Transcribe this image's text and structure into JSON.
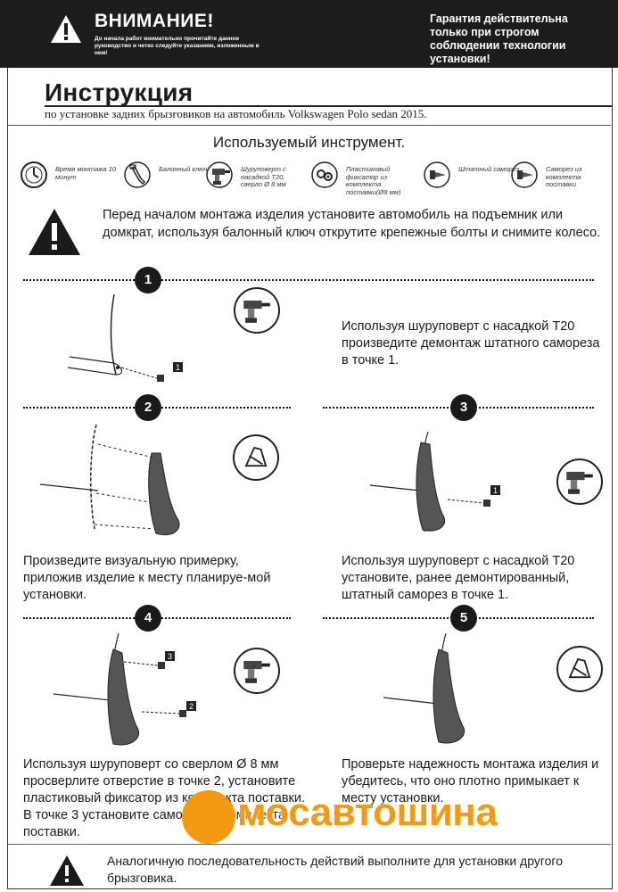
{
  "header": {
    "title": "ВНИМАНИЕ!",
    "subtitle": "До начала работ внимательно прочитайте данное руководство и четко следуйте указаниям, изложенным в нем!",
    "right_note": "Гарантия действительна только при строгом соблюдении технологии установки!"
  },
  "document": {
    "title": "Инструкция",
    "subtitle": "по установке задних брызговиков на автомобиль Volkswagen Polo sedan 2015."
  },
  "tools": {
    "heading": "Используемый инструмент.",
    "items": [
      {
        "label": "Время монтажа 10 минут",
        "icon": "clock-icon"
      },
      {
        "label": "Балонный ключ",
        "icon": "wrench-icon"
      },
      {
        "label": "Шуруповерт с насадкой T20, сверло Ø 8 мм",
        "icon": "drill-icon"
      },
      {
        "label": "Пластиковый фиксатор из комплекта поставки(Ø8 мм)",
        "icon": "fastener-icon"
      },
      {
        "label": "Штатный саморез",
        "icon": "screw-icon"
      },
      {
        "label": "Саморез из комплекта поставки",
        "icon": "screw-icon"
      }
    ]
  },
  "warning": {
    "text": "Перед началом монтажа изделия установите автомобиль  на подъемник или домкрат,  используя балонный ключ открутите крепежные болты и снимите колесо."
  },
  "steps": [
    {
      "number": "1",
      "callouts": [
        "1"
      ],
      "text": "Используя шуруповерт с насадкой T20 произведите демонтаж штатного самореза в точке 1."
    },
    {
      "number": "2",
      "callouts": [],
      "text": "Произведите визуальную примерку, приложив изделие к месту планируе-мой установки."
    },
    {
      "number": "3",
      "callouts": [
        "1"
      ],
      "text": "Используя шуруповерт с насадкой T20 установите, ранее демонтированный, штатный саморез в точке 1."
    },
    {
      "number": "4",
      "callouts": [
        "3",
        "2"
      ],
      "text": "Используя шуруповерт со сверлом Ø 8 мм просверлите отверстие в точке 2, установите пластиковый фиксатор из комплекта поставки. В точке 3 установите саморез из комплекта поставки."
    },
    {
      "number": "5",
      "callouts": [],
      "text": "Проверьте надежность монтажа изделия и убедитесь, что оно плотно примыкает к месту установки."
    }
  ],
  "logo": {
    "text": "мосавтошина",
    "color": "#f39a10"
  },
  "footer": {
    "text": "Аналогичную последовательность действий выполните для установки другого брызговика."
  },
  "colors": {
    "dark": "#1c1c1c",
    "accent": "#f39a10"
  }
}
